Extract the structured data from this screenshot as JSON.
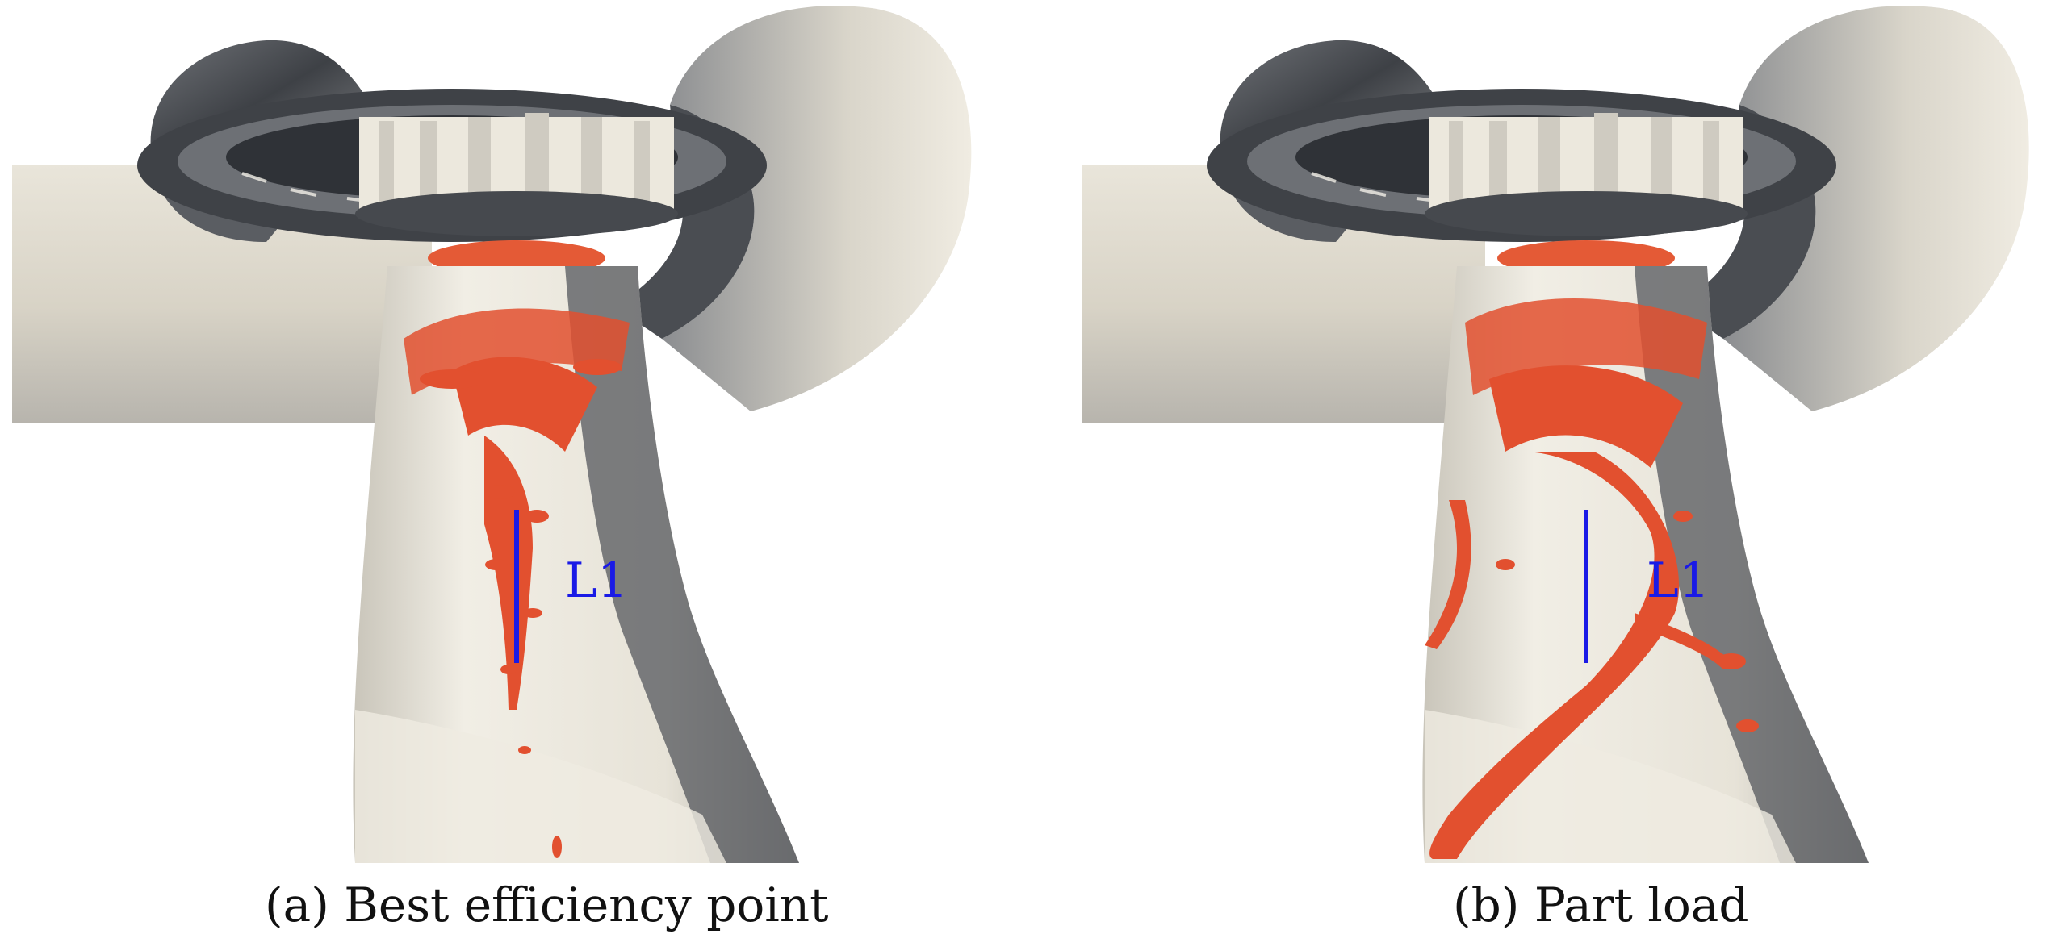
{
  "figure": {
    "panels": [
      {
        "id": "a",
        "caption_tag": "(a)",
        "caption_text": "Best efficiency point",
        "line_label": "L1"
      },
      {
        "id": "b",
        "caption_tag": "(b)",
        "caption_text": "Part load",
        "line_label": "L1"
      }
    ]
  },
  "colors": {
    "vortex": "#e2502f",
    "probe_line": "#1a1ae6",
    "casing_dark": "#55585e",
    "casing_light": "#ece8dc",
    "background": "#ffffff"
  }
}
